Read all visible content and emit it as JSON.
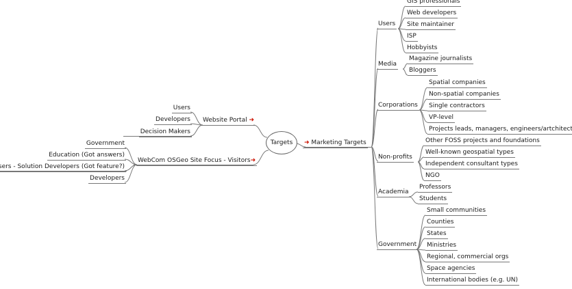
{
  "root": {
    "label": "Targets"
  },
  "left": [
    {
      "label": "Website Portal",
      "has_link": true,
      "children": [
        "Users",
        "Developers",
        "Decision Makers"
      ]
    },
    {
      "label": "WebCom OSGeo Site Focus - Visitors",
      "has_link": true,
      "children": [
        "Government",
        "Education (Got answers)",
        "Users - Solution Developers (Got feature?)",
        "Developers"
      ]
    }
  ],
  "right": {
    "label": "Marketing Targets",
    "has_link": true,
    "groups": [
      {
        "label": "Users",
        "children": [
          "GIS professionals",
          "Web developers",
          "Site maintainer",
          "ISP",
          "Hobbyists"
        ]
      },
      {
        "label": "Media",
        "children": [
          "Magazine journalists",
          "Bloggers"
        ]
      },
      {
        "label": "Corporations",
        "children": [
          "Spatial companies",
          "Non-spatial companies",
          "Single contractors",
          "VP-level",
          "Projects leads, managers, engineers/artchitects"
        ]
      },
      {
        "label": "Non-profits",
        "children": [
          "Other FOSS projects and foundations",
          "Well-known geospatial types",
          "Independent consultant types",
          "NGO"
        ]
      },
      {
        "label": "Academia",
        "children": [
          "Professors",
          "Students"
        ]
      },
      {
        "label": "Government",
        "children": [
          "Small communities",
          "Counties",
          "States",
          "Ministries",
          "Regional, commercial orgs",
          "Space agencies",
          "International bodies (e.g. UN)"
        ]
      }
    ]
  },
  "icons": {
    "link_arrow": "➜"
  },
  "colors": {
    "line": "#777777",
    "arrow": "#cc1100"
  }
}
